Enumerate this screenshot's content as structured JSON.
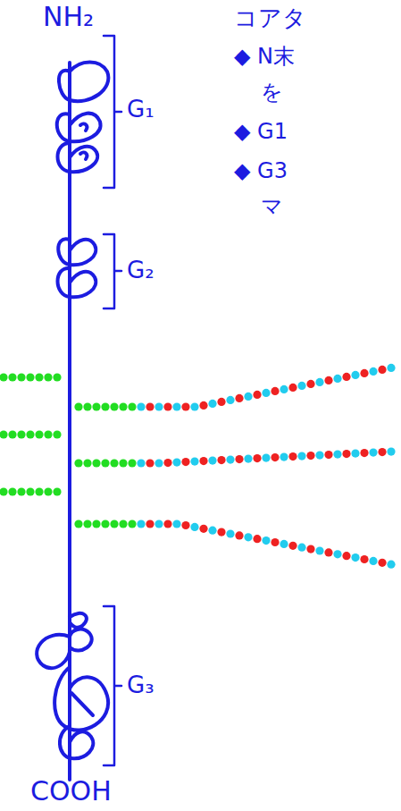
{
  "diagram": {
    "labels": [
      "NH₂",
      "G₁",
      "G₂",
      "G₃",
      "COOH",
      "コアタ",
      "◆ N末",
      "を",
      "◆ G1",
      "◆ G3",
      "マ"
    ]
  }
}
